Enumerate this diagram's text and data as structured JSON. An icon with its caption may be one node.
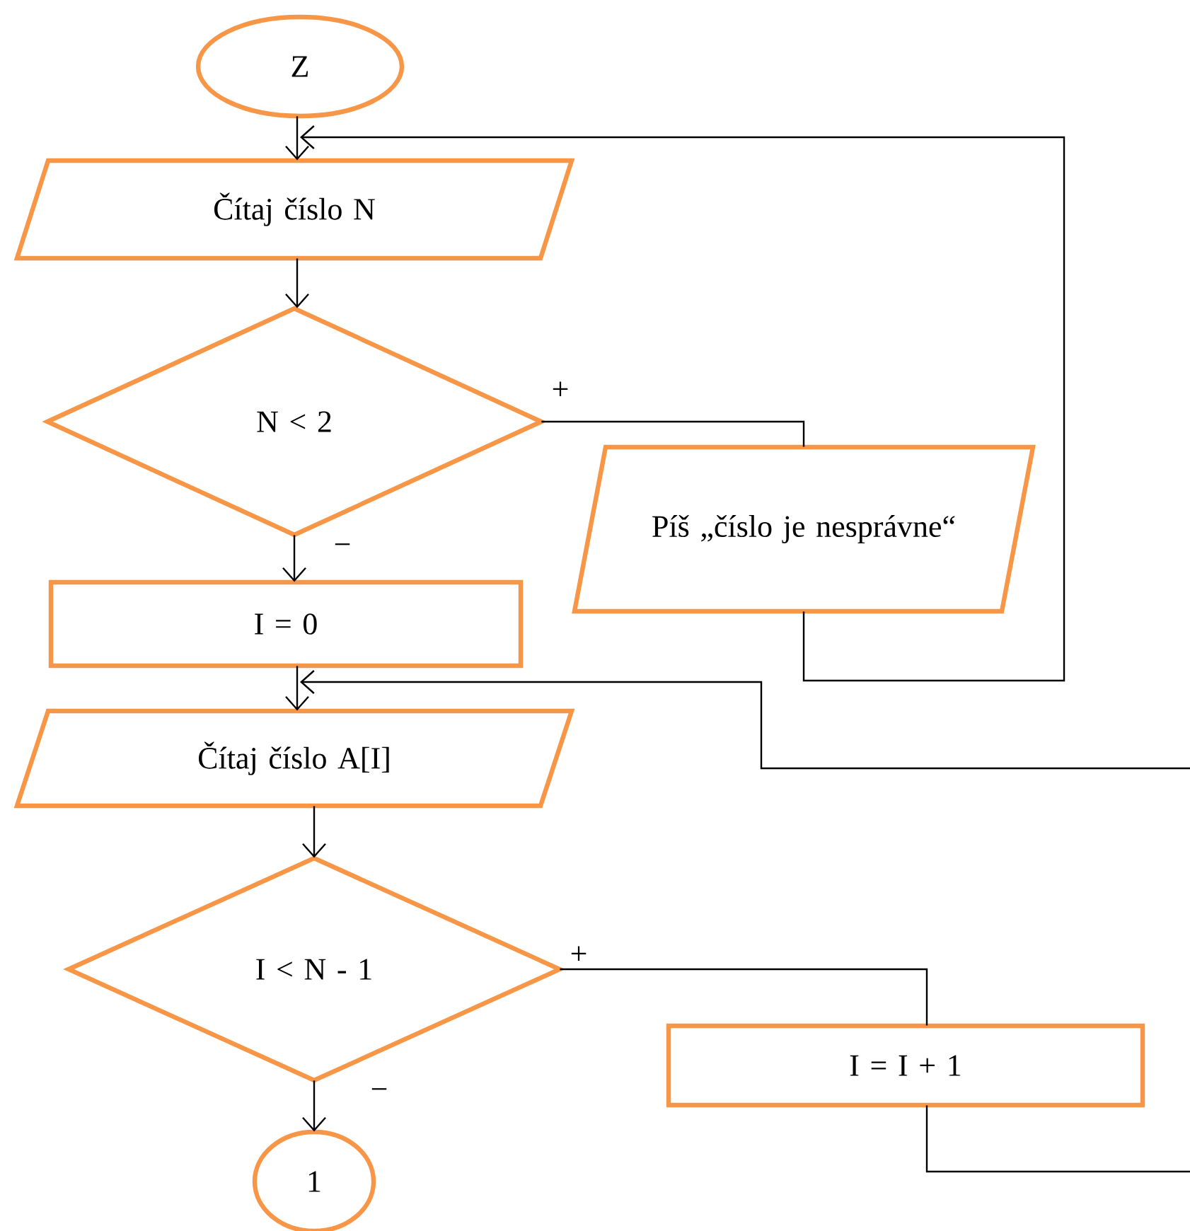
{
  "diagram": {
    "nodes": [
      {
        "text": [
          "Z"
        ]
      },
      {
        "text": [
          "Čítaj číslo N"
        ]
      },
      {
        "text": [
          "N < 2"
        ]
      },
      {
        "text": [
          "Píš „číslo je nesprávne“"
        ]
      },
      {
        "text": [
          "I = 0"
        ]
      },
      {
        "text": [
          "Čítaj číslo A[I]"
        ]
      },
      {
        "text": [
          "I < N - 1"
        ]
      },
      {
        "text": [
          "I = I + 1"
        ]
      },
      {
        "text": [
          "1"
        ]
      }
    ],
    "edges": [
      {
        "from": 0,
        "to": 1,
        "arrow": "to"
      },
      {
        "from": 1,
        "to": 2,
        "arrow": "to"
      },
      {
        "from": 2,
        "to": 3,
        "arrow": "none",
        "label": "+"
      },
      {
        "from": 3,
        "to": 1,
        "arrow": "to"
      },
      {
        "from": 2,
        "to": 4,
        "arrow": "to",
        "label": "−"
      },
      {
        "from": 4,
        "to": 5,
        "arrow": "to"
      },
      {
        "from": 5,
        "to": 6,
        "arrow": "to"
      },
      {
        "from": 6,
        "to": 7,
        "arrow": "none",
        "label": "+"
      },
      {
        "from": 7,
        "to": null,
        "arrow": "none"
      },
      {
        "from": null,
        "to": 5,
        "arrow": "to"
      },
      {
        "from": 6,
        "to": 8,
        "arrow": "to",
        "label": "−"
      }
    ]
  }
}
